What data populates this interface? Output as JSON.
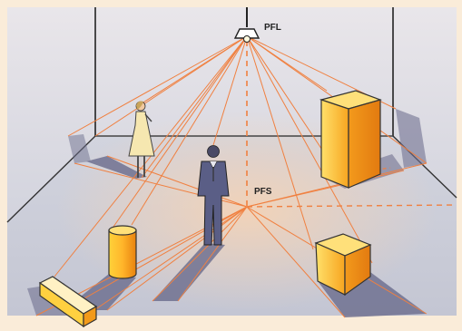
{
  "labels": {
    "light_point": "PFL",
    "floor_point": "PFS"
  },
  "colors": {
    "frame": "#faecd9",
    "wall": "#dfe0e8",
    "floor": "#c9ccd9",
    "ray": "#f08040",
    "shadow": "#6c6e88",
    "object_light": "#ffd23a",
    "object_dark": "#f08a14"
  },
  "objects": [
    "lamp",
    "woman",
    "man",
    "tall-box",
    "cube",
    "cylinder",
    "bench"
  ]
}
